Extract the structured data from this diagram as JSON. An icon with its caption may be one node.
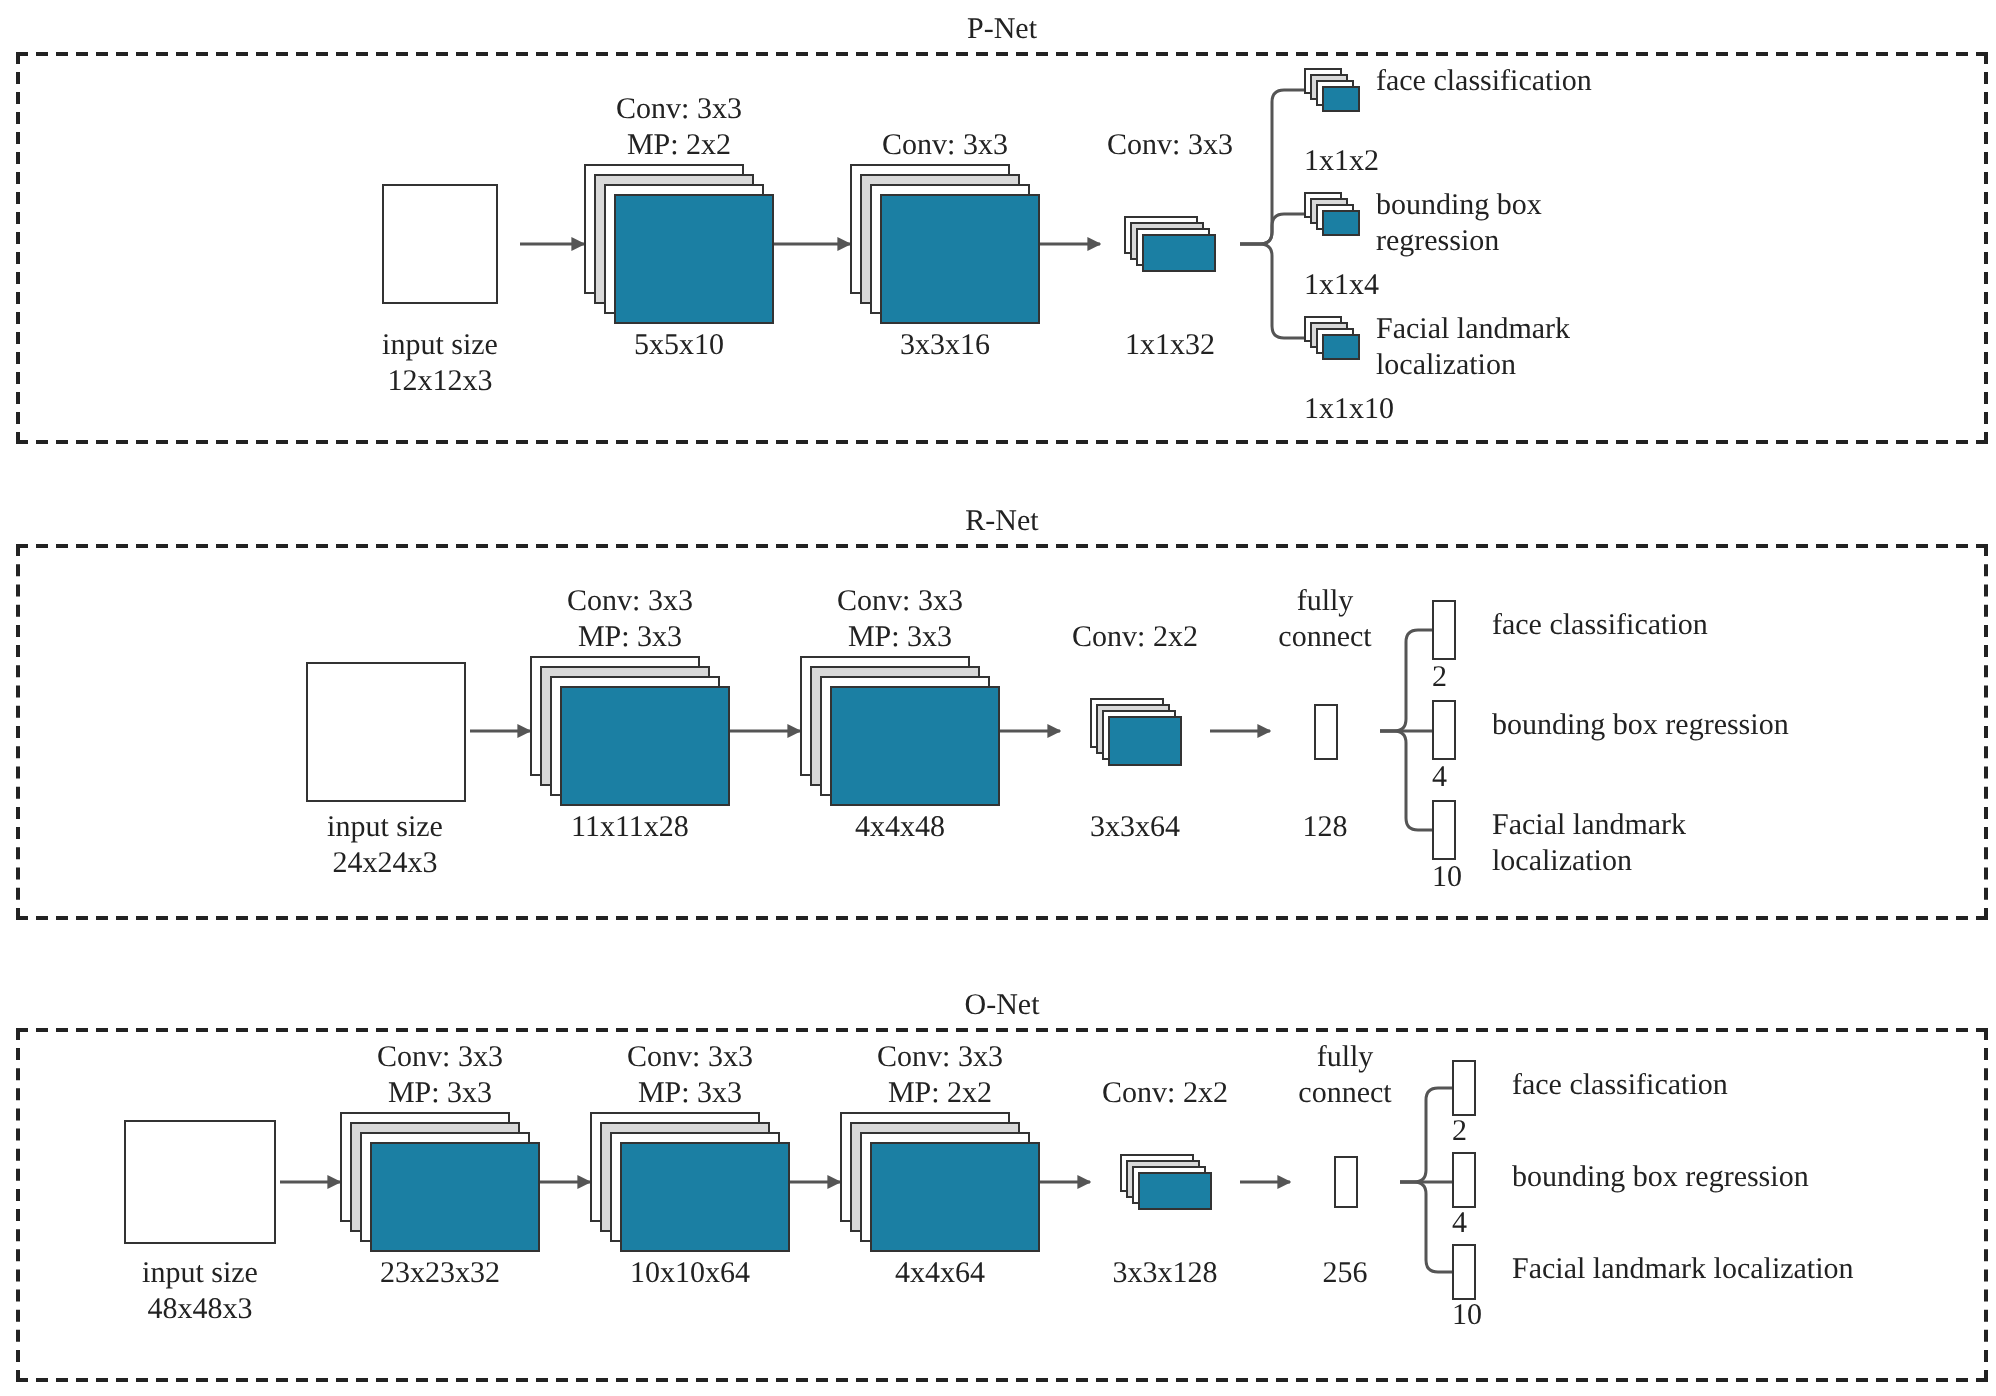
{
  "diagram": {
    "nodes": [
      {
        "text": [
          "P-Net"
        ]
      },
      {
        "text": [
          "input size 12x12x3"
        ],
        "in": 0
      },
      {
        "text": [
          "Conv: 3x3 MP: 2x2",
          "5x5x10"
        ],
        "in": 0
      },
      {
        "text": [
          "Conv: 3x3",
          "3x3x16"
        ],
        "in": 0
      },
      {
        "text": [
          "Conv: 3x3",
          "1x1x32"
        ],
        "in": 0
      },
      {
        "text": [
          "face classification",
          "1x1x2"
        ],
        "in": 0
      },
      {
        "text": [
          "bounding box regression",
          "1x1x4"
        ],
        "in": 0
      },
      {
        "text": [
          "Facial landmark localization",
          "1x1x10"
        ],
        "in": 0
      },
      {
        "text": [
          "R-Net"
        ]
      },
      {
        "text": [
          "input size 24x24x3"
        ],
        "in": 8
      },
      {
        "text": [
          "Conv: 3x3 MP: 3x3",
          "11x11x28"
        ],
        "in": 8
      },
      {
        "text": [
          "Conv: 3x3 MP: 3x3",
          "4x4x48"
        ],
        "in": 8
      },
      {
        "text": [
          "Conv: 2x2",
          "3x3x64"
        ],
        "in": 8
      },
      {
        "text": [
          "fully connect",
          "128"
        ],
        "in": 8
      },
      {
        "text": [
          "face classification",
          "2"
        ],
        "in": 8
      },
      {
        "text": [
          "bounding box regression",
          "4"
        ],
        "in": 8
      },
      {
        "text": [
          "Facial landmark localization",
          "10"
        ],
        "in": 8
      },
      {
        "text": [
          "O-Net"
        ]
      },
      {
        "text": [
          "input size 48x48x3"
        ],
        "in": 17
      },
      {
        "text": [
          "Conv: 3x3 MP: 3x3",
          "23x23x32"
        ],
        "in": 17
      },
      {
        "text": [
          "Conv: 3x3 MP: 3x3",
          "10x10x64"
        ],
        "in": 17
      },
      {
        "text": [
          "Conv: 3x3 MP: 2x2",
          "4x4x64"
        ],
        "in": 17
      },
      {
        "text": [
          "Conv: 2x2",
          "3x3x128"
        ],
        "in": 17
      },
      {
        "text": [
          "fully connect",
          "256"
        ],
        "in": 17
      },
      {
        "text": [
          "face classification",
          "2"
        ],
        "in": 17
      },
      {
        "text": [
          "bounding box regression",
          "4"
        ],
        "in": 17
      },
      {
        "text": [
          "Facial landmark localization",
          "10"
        ],
        "in": 17
      }
    ],
    "edges": [
      {
        "from": 1,
        "to": 2,
        "arrow": "to"
      },
      {
        "from": 2,
        "to": 3,
        "arrow": "to"
      },
      {
        "from": 3,
        "to": 4,
        "arrow": "to"
      },
      {
        "from": 4,
        "to": 5,
        "arrow": "none"
      },
      {
        "from": 4,
        "to": 6,
        "arrow": "none"
      },
      {
        "from": 4,
        "to": 7,
        "arrow": "none"
      },
      {
        "from": 9,
        "to": 10,
        "arrow": "to"
      },
      {
        "from": 10,
        "to": 11,
        "arrow": "to"
      },
      {
        "from": 11,
        "to": 12,
        "arrow": "to"
      },
      {
        "from": 12,
        "to": 13,
        "arrow": "to"
      },
      {
        "from": 13,
        "to": 14,
        "arrow": "none"
      },
      {
        "from": 13,
        "to": 15,
        "arrow": "none"
      },
      {
        "from": 13,
        "to": 16,
        "arrow": "none"
      },
      {
        "from": 18,
        "to": 19,
        "arrow": "to"
      },
      {
        "from": 19,
        "to": 20,
        "arrow": "to"
      },
      {
        "from": 20,
        "to": 21,
        "arrow": "to"
      },
      {
        "from": 21,
        "to": 22,
        "arrow": "to"
      },
      {
        "from": 22,
        "to": 23,
        "arrow": "to"
      },
      {
        "from": 23,
        "to": 24,
        "arrow": "none"
      },
      {
        "from": 23,
        "to": 25,
        "arrow": "none"
      },
      {
        "from": 23,
        "to": 26,
        "arrow": "none"
      }
    ]
  }
}
